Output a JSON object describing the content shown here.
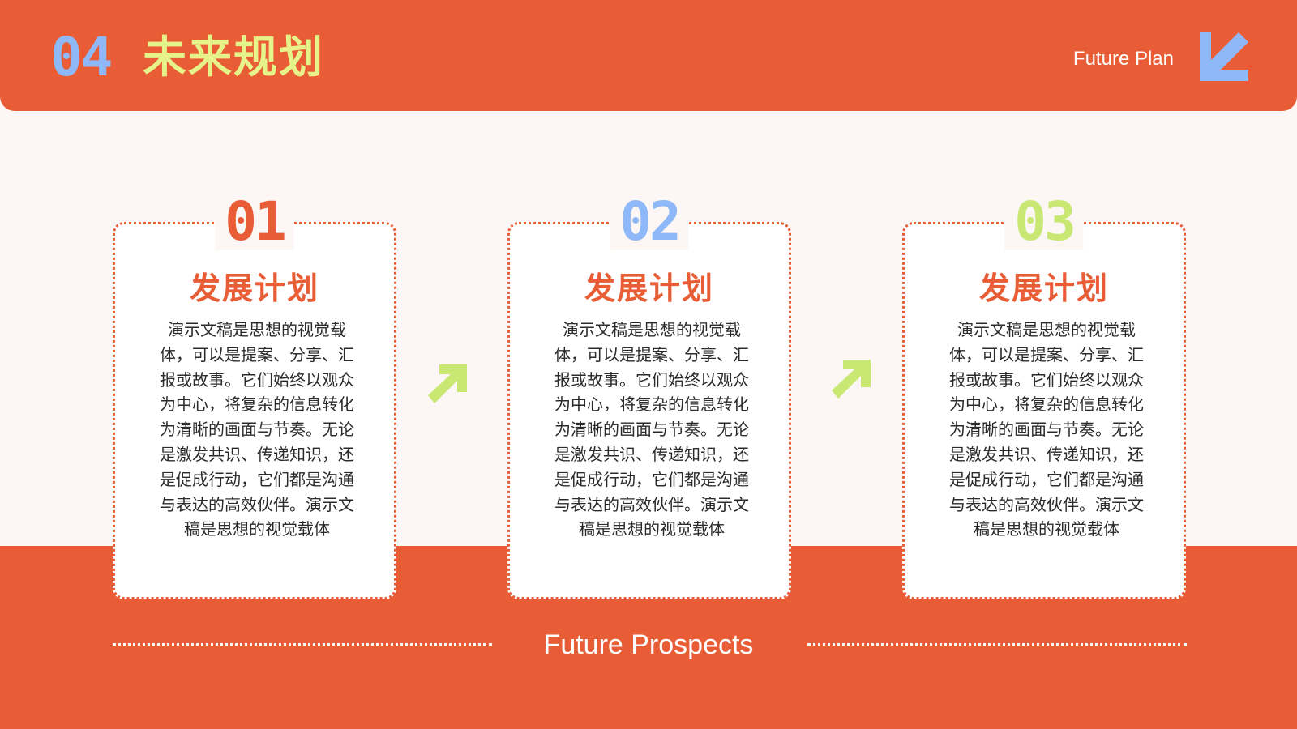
{
  "header": {
    "number": "04",
    "title": "未来规划",
    "subtitle": "Future Plan",
    "corner_icon": "arrow-down-left-icon"
  },
  "cards": [
    {
      "number": "01",
      "title": "发展计划",
      "body": "演示文稿是思想的视觉载体，可以是提案、分享、汇报或故事。它们始终以观众为中心，将复杂的信息转化为清晰的画面与节奏。无论是激发共识、传递知识，还是促成行动，它们都是沟通与表达的高效伙伴。演示文稿是思想的视觉载体"
    },
    {
      "number": "02",
      "title": "发展计划",
      "body": "演示文稿是思想的视觉载体，可以是提案、分享、汇报或故事。它们始终以观众为中心，将复杂的信息转化为清晰的画面与节奏。无论是激发共识、传递知识，还是促成行动，它们都是沟通与表达的高效伙伴。演示文稿是思想的视觉载体"
    },
    {
      "number": "03",
      "title": "发展计划",
      "body": "演示文稿是思想的视觉载体，可以是提案、分享、汇报或故事。它们始终以观众为中心，将复杂的信息转化为清晰的画面与节奏。无论是激发共识、传递知识，还是促成行动，它们都是沟通与表达的高效伙伴。演示文稿是思想的视觉载体"
    }
  ],
  "flow_icon": "arrow-up-right-icon",
  "footer": {
    "text": "Future Prospects"
  },
  "colors": {
    "accent_orange": "#E85D35",
    "accent_blue": "#8FB8F8",
    "accent_yellow_green": "#E6F28A",
    "accent_lime": "#C9E873",
    "background": "#FCF7F5"
  }
}
